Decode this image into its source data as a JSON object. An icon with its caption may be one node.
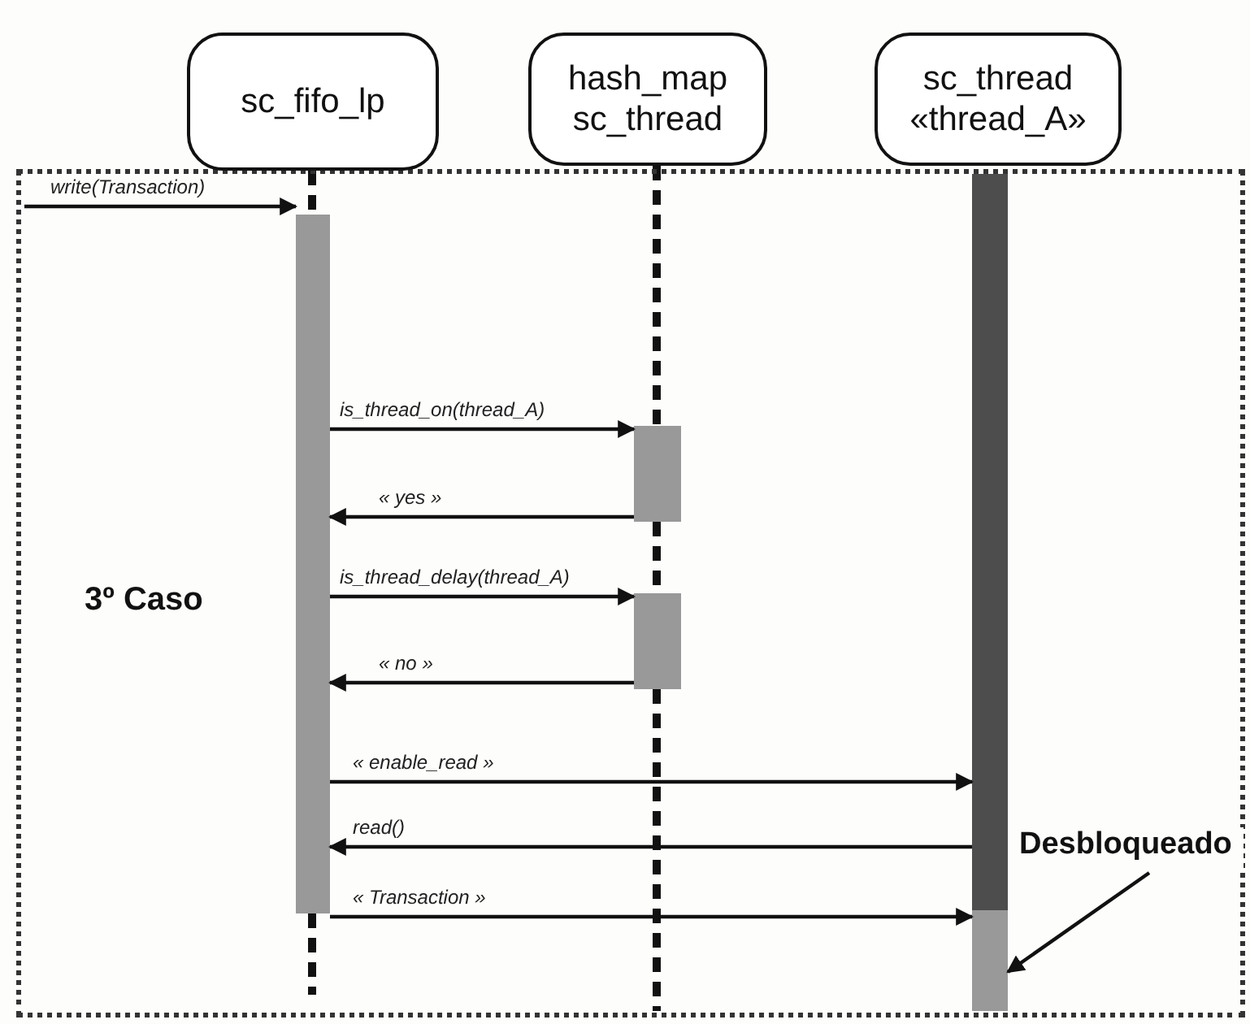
{
  "diagram": {
    "nodes": [
      {
        "text": [
          "3º Caso"
        ]
      },
      {
        "text": [
          "sc_fifo_lp"
        ]
      },
      {
        "text": [
          "hash_map sc_thread"
        ]
      },
      {
        "text": [
          "sc_thread «thread_A»"
        ]
      },
      {
        "text": [],
        "shape": "bar",
        "in": 0
      },
      {
        "text": [],
        "shape": "bar",
        "in": 0
      },
      {
        "text": [],
        "shape": "bar",
        "in": 0
      },
      {
        "text": [],
        "shape": "bar",
        "in": 0
      },
      {
        "text": [],
        "shape": "bar",
        "in": 0
      },
      {
        "text": [
          "Desbloqueado"
        ],
        "in": 0
      }
    ],
    "edges": [
      {
        "from": null,
        "to": 4,
        "arrow": "to",
        "label": "write(Transaction)"
      },
      {
        "from": 4,
        "to": 5,
        "arrow": "to",
        "label": "is_thread_on(thread_A)"
      },
      {
        "from": 5,
        "to": 4,
        "arrow": "to",
        "label": "« yes »"
      },
      {
        "from": 4,
        "to": 6,
        "arrow": "to",
        "label": "is_thread_delay(thread_A)"
      },
      {
        "from": 6,
        "to": 4,
        "arrow": "to",
        "label": "« no »"
      },
      {
        "from": 4,
        "to": 7,
        "arrow": "to",
        "label": "« enable_read »"
      },
      {
        "from": 7,
        "to": 4,
        "arrow": "to",
        "label": "read()"
      },
      {
        "from": 4,
        "to": 8,
        "arrow": "to",
        "label": "« Transaction »"
      },
      {
        "from": 9,
        "to": 8,
        "arrow": "to"
      },
      {
        "from": 1,
        "to": 4,
        "arrow": "none",
        "style": "dashed"
      },
      {
        "from": 4,
        "to": null,
        "arrow": "none",
        "style": "dashed"
      },
      {
        "from": 2,
        "to": 5,
        "arrow": "none",
        "style": "dashed"
      },
      {
        "from": 5,
        "to": 6,
        "arrow": "none",
        "style": "dashed"
      },
      {
        "from": 6,
        "to": null,
        "arrow": "none",
        "style": "dashed"
      }
    ]
  }
}
